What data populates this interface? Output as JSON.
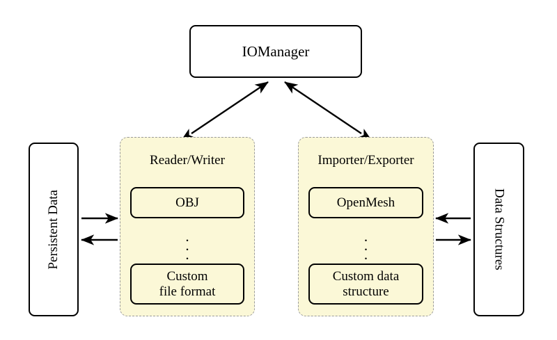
{
  "diagram": {
    "title_node": {
      "label": "IOManager"
    },
    "left_side_box": {
      "label": "Persistent Data"
    },
    "right_side_box": {
      "label": "Data Structures"
    },
    "groups": [
      {
        "id": "reader-writer",
        "title": "Reader/Writer",
        "nodes": [
          {
            "id": "obj",
            "label": "OBJ"
          },
          {
            "id": "custom-file-format",
            "label": "Custom\nfile format",
            "line1": "Custom",
            "line2": "file format"
          }
        ],
        "ellipsis": "⋮"
      },
      {
        "id": "importer-exporter",
        "title": "Importer/Exporter",
        "nodes": [
          {
            "id": "openmesh",
            "label": "OpenMesh"
          },
          {
            "id": "custom-data-structure",
            "label": "Custom data\nstructure",
            "line1": "Custom data",
            "line2": "structure"
          }
        ],
        "ellipsis": "⋮"
      }
    ],
    "connections": [
      {
        "id": "iomanager-readerwriter",
        "from": "IOManager",
        "to": "Reader/Writer",
        "style": "double-headed"
      },
      {
        "id": "iomanager-importerexporter",
        "from": "IOManager",
        "to": "Importer/Exporter",
        "style": "double-headed"
      },
      {
        "id": "persistent-to-readerwriter",
        "from": "Persistent Data",
        "to": "Reader/Writer",
        "style": "single-headed-right"
      },
      {
        "id": "readerwriter-to-persistent",
        "from": "Reader/Writer",
        "to": "Persistent Data",
        "style": "single-headed-left"
      },
      {
        "id": "datastructures-to-importerexporter",
        "from": "Data Structures",
        "to": "Importer/Exporter",
        "style": "single-headed-left"
      },
      {
        "id": "importerexporter-to-datastructures",
        "from": "Importer/Exporter",
        "to": "Data Structures",
        "style": "single-headed-right"
      }
    ],
    "colors": {
      "group_fill": "#fbf8d7",
      "group_border": "#9a9a9a",
      "node_border": "#000000",
      "node_fill": "#ffffff",
      "background": "#ffffff",
      "arrow": "#000000"
    }
  }
}
